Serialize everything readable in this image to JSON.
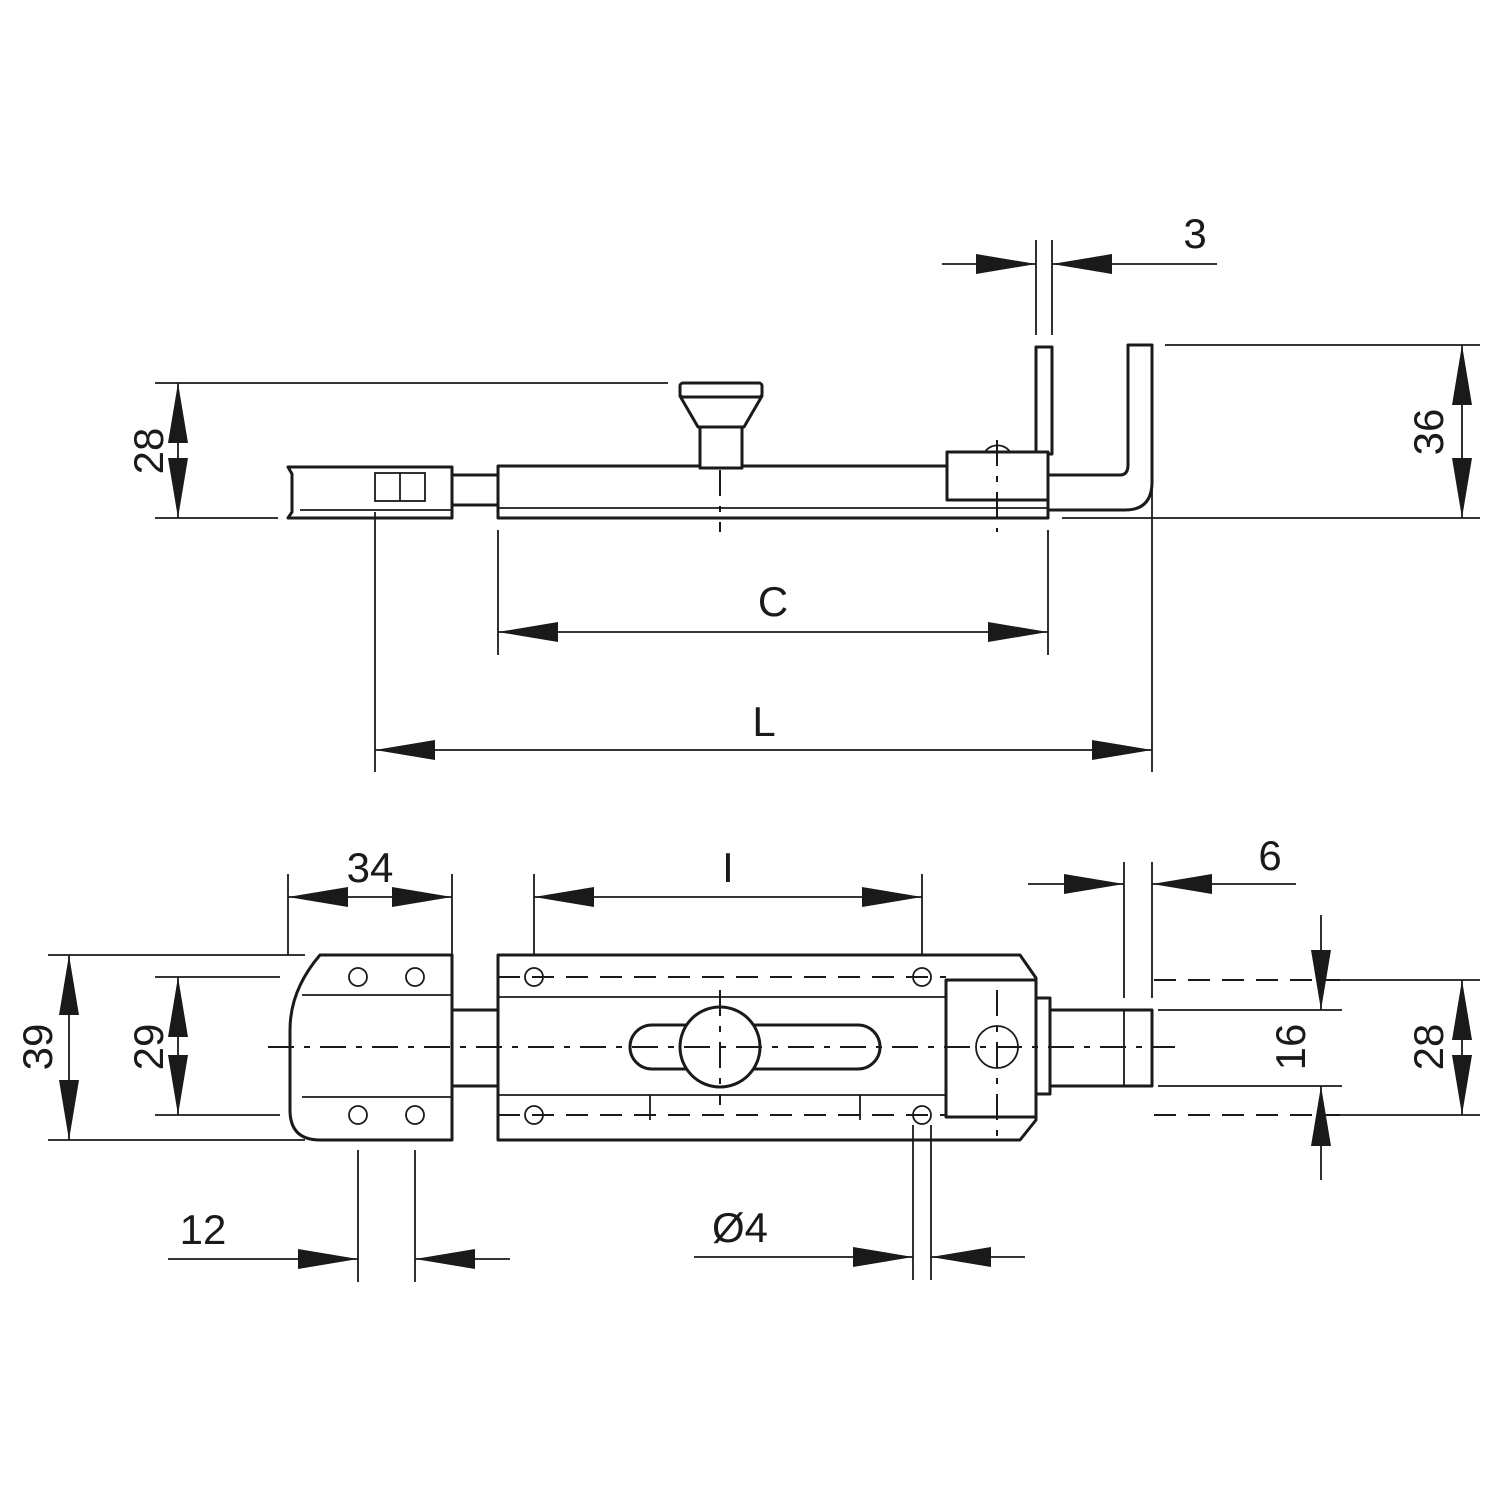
{
  "drawing": {
    "side_view": {
      "dim_height_28": "28",
      "dim_height_36": "36",
      "dim_thickness_3": "3",
      "dim_center_C": "C",
      "dim_length_L": "L"
    },
    "top_view": {
      "dim_keeper_width_34": "34",
      "dim_bolt_span_I": "I",
      "dim_gap_6": "6",
      "dim_height_39": "39",
      "dim_hole_spacing_29": "29",
      "dim_bolt_16": "16",
      "dim_keeper_28": "28",
      "dim_hole_spacing_12": "12",
      "dim_hole_dia": "Ø4"
    }
  },
  "colors": {
    "ink": "#1a1a1a",
    "paper": "#ffffff"
  }
}
